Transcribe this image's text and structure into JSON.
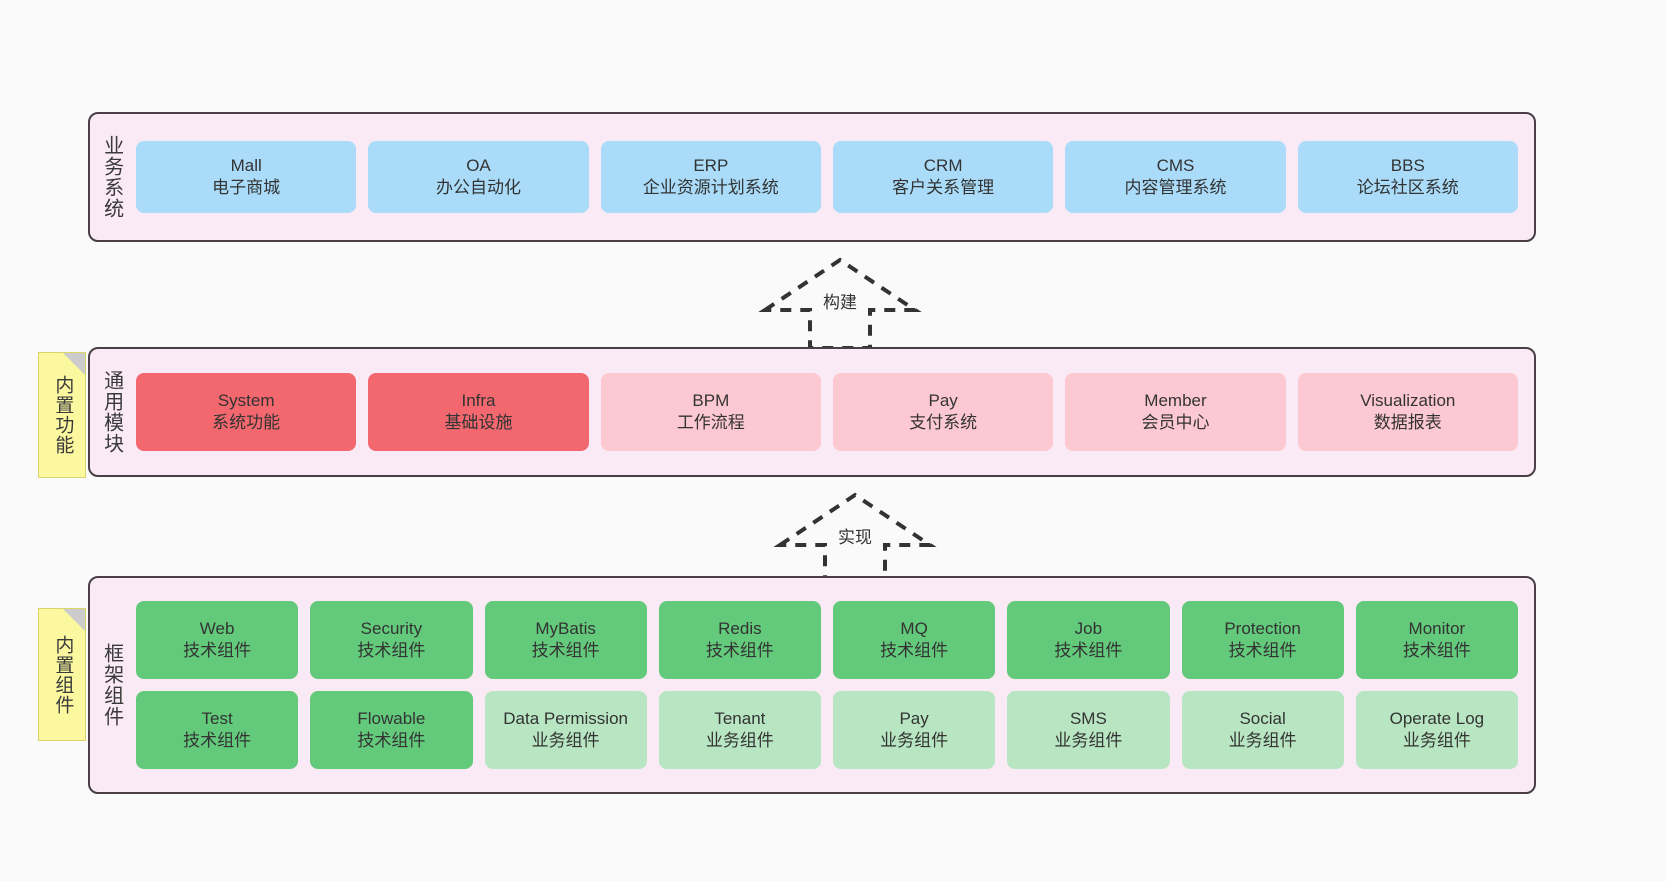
{
  "diagram": {
    "title_visible": false,
    "colors": {
      "panel_bg": "#f9eaf5",
      "panel_border": "#4a3f47",
      "business_cell": "#aadcfa",
      "module_strong": "#f2686e",
      "module_light": "#fcc8d2",
      "tech_component": "#63c97b",
      "business_component": "#b9e6c2",
      "note_bg": "#fbf8a0",
      "note_fold": "#cccccc"
    }
  },
  "notes": [
    {
      "id": "builtin-features",
      "label": "内置功能"
    },
    {
      "id": "builtin-components",
      "label": "内置组件"
    }
  ],
  "arrows": [
    {
      "id": "build",
      "label": "构建",
      "style": "dashed-hollow-up"
    },
    {
      "id": "impl",
      "label": "实现",
      "style": "dashed-hollow-up"
    }
  ],
  "panels": [
    {
      "id": "business",
      "title": "业务系统",
      "rows": [
        [
          {
            "name": "Mall",
            "desc": "电子商城",
            "style": "business"
          },
          {
            "name": "OA",
            "desc": "办公自动化",
            "style": "business"
          },
          {
            "name": "ERP",
            "desc": "企业资源计划系统",
            "style": "business"
          },
          {
            "name": "CRM",
            "desc": "客户关系管理",
            "style": "business"
          },
          {
            "name": "CMS",
            "desc": "内容管理系统",
            "style": "business"
          },
          {
            "name": "BBS",
            "desc": "论坛社区系统",
            "style": "business"
          }
        ]
      ]
    },
    {
      "id": "modules",
      "title": "通用模块",
      "rows": [
        [
          {
            "name": "System",
            "desc": "系统功能",
            "style": "module-strong"
          },
          {
            "name": "Infra",
            "desc": "基础设施",
            "style": "module-strong"
          },
          {
            "name": "BPM",
            "desc": "工作流程",
            "style": "module-light"
          },
          {
            "name": "Pay",
            "desc": "支付系统",
            "style": "module-light"
          },
          {
            "name": "Member",
            "desc": "会员中心",
            "style": "module-light"
          },
          {
            "name": "Visualization",
            "desc": "数据报表",
            "style": "module-light"
          }
        ]
      ]
    },
    {
      "id": "framework",
      "title": "框架组件",
      "rows": [
        [
          {
            "name": "Web",
            "desc": "技术组件",
            "style": "tech"
          },
          {
            "name": "Security",
            "desc": "技术组件",
            "style": "tech"
          },
          {
            "name": "MyBatis",
            "desc": "技术组件",
            "style": "tech"
          },
          {
            "name": "Redis",
            "desc": "技术组件",
            "style": "tech"
          },
          {
            "name": "MQ",
            "desc": "技术组件",
            "style": "tech"
          },
          {
            "name": "Job",
            "desc": "技术组件",
            "style": "tech"
          },
          {
            "name": "Protection",
            "desc": "技术组件",
            "style": "tech"
          },
          {
            "name": "Monitor",
            "desc": "技术组件",
            "style": "tech"
          }
        ],
        [
          {
            "name": "Test",
            "desc": "技术组件",
            "style": "tech"
          },
          {
            "name": "Flowable",
            "desc": "技术组件",
            "style": "tech"
          },
          {
            "name": "Data Permission",
            "desc": "业务组件",
            "style": "biz",
            "wrap": true
          },
          {
            "name": "Tenant",
            "desc": "业务组件",
            "style": "biz"
          },
          {
            "name": "Pay",
            "desc": "业务组件",
            "style": "biz"
          },
          {
            "name": "SMS",
            "desc": "业务组件",
            "style": "biz"
          },
          {
            "name": "Social",
            "desc": "业务组件",
            "style": "biz"
          },
          {
            "name": "Operate Log",
            "desc": "业务组件",
            "style": "biz"
          }
        ]
      ]
    }
  ]
}
